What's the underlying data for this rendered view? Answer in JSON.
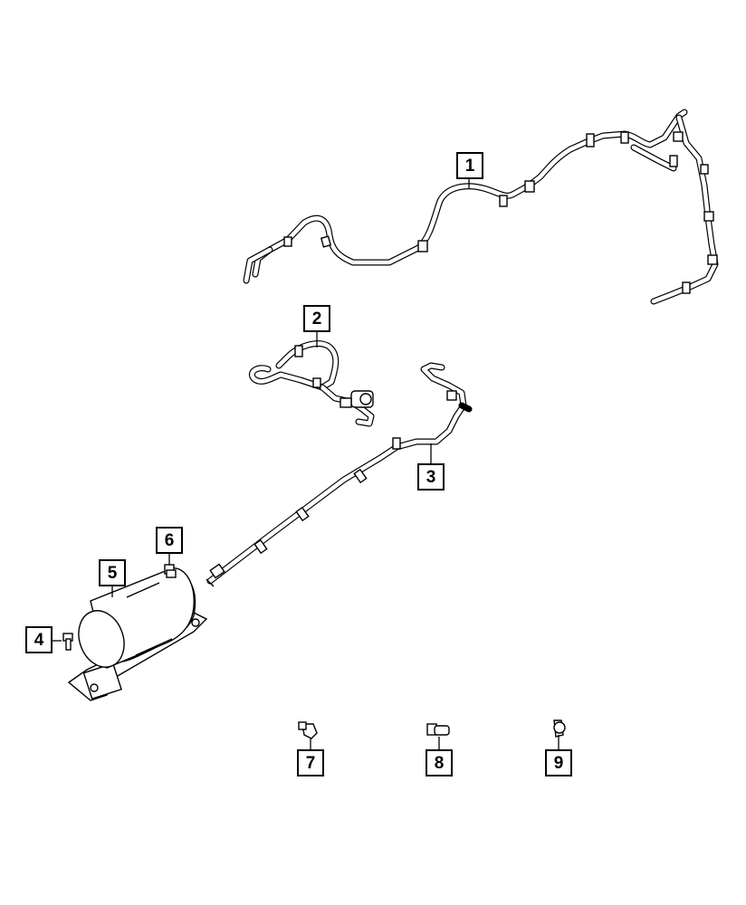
{
  "callouts": [
    {
      "id": "callout-1",
      "label": "1"
    },
    {
      "id": "callout-2",
      "label": "2"
    },
    {
      "id": "callout-3",
      "label": "3"
    },
    {
      "id": "callout-4",
      "label": "4"
    },
    {
      "id": "callout-5",
      "label": "5"
    },
    {
      "id": "callout-6",
      "label": "6"
    },
    {
      "id": "callout-7",
      "label": "7"
    },
    {
      "id": "callout-8",
      "label": "8"
    },
    {
      "id": "callout-9",
      "label": "9"
    }
  ]
}
